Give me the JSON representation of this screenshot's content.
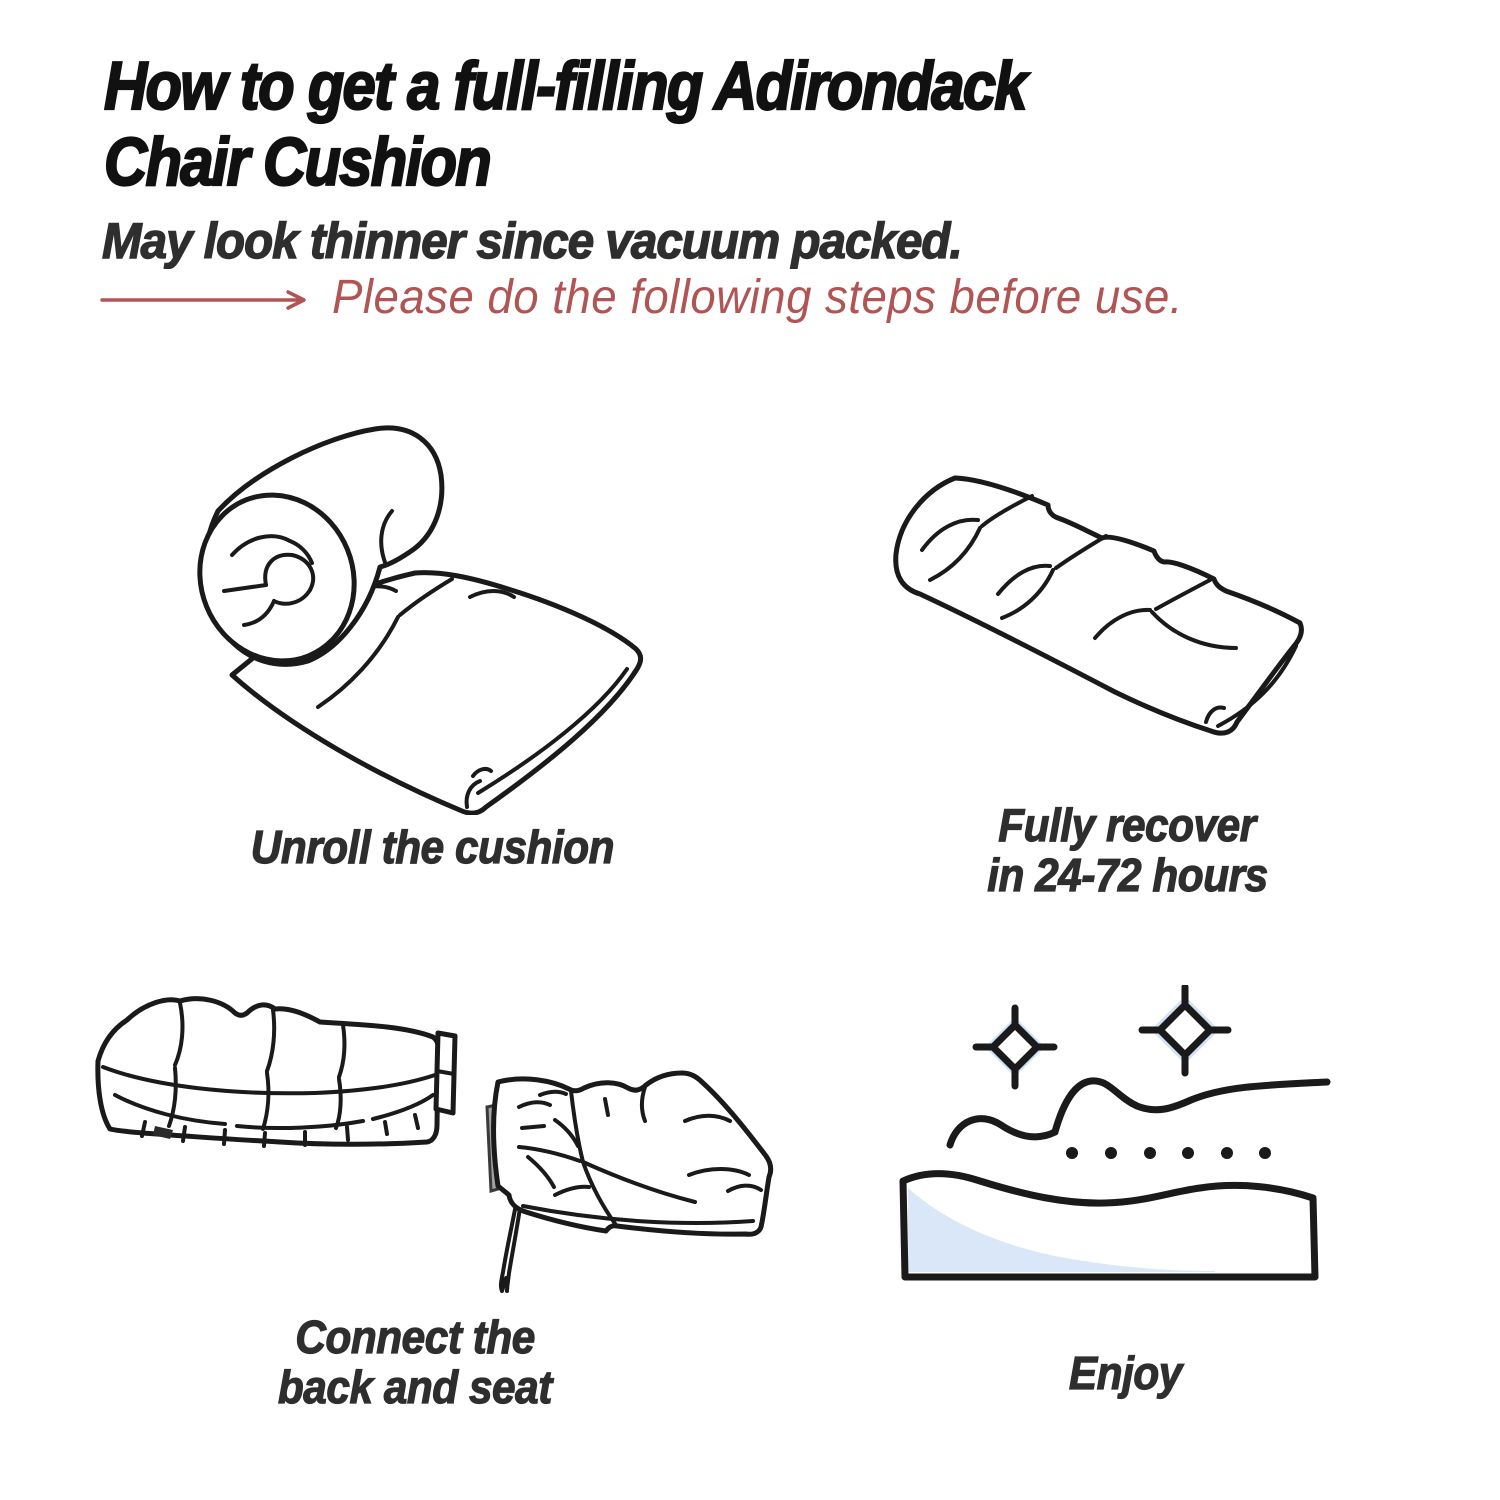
{
  "title": {
    "line1": "How to get a full-filling Adirondack",
    "line2": "Chair Cushion"
  },
  "subtitle": "May look thinner since vacuum packed.",
  "note": {
    "arrow_icon": "right-arrow-icon",
    "text": "Please do the following steps before use."
  },
  "steps": [
    {
      "illustration": "rolled-cushion-line-art",
      "caption_lines": [
        "Unroll the cushion"
      ]
    },
    {
      "illustration": "bench-cushion-line-art",
      "caption_lines": [
        "Fully recover",
        "in 24-72 hours"
      ]
    },
    {
      "illustration": "back-and-seat-cushions-line-art",
      "caption_lines": [
        "Connect the",
        "back and seat"
      ]
    },
    {
      "illustration": "sparkling-mattress-line-art",
      "caption_lines": [
        "Enjoy"
      ]
    }
  ],
  "colors": {
    "background": "#ffffff",
    "ink": "#1a1a1a",
    "heading": "#111111",
    "body_text": "#2e2e2e",
    "accent": "#b15454",
    "light_blue": "#d9e7f8",
    "glow_blue": "#cfe2f7",
    "strip_gray": "#a3a3a3",
    "patch_dark": "#2b2b2b"
  }
}
